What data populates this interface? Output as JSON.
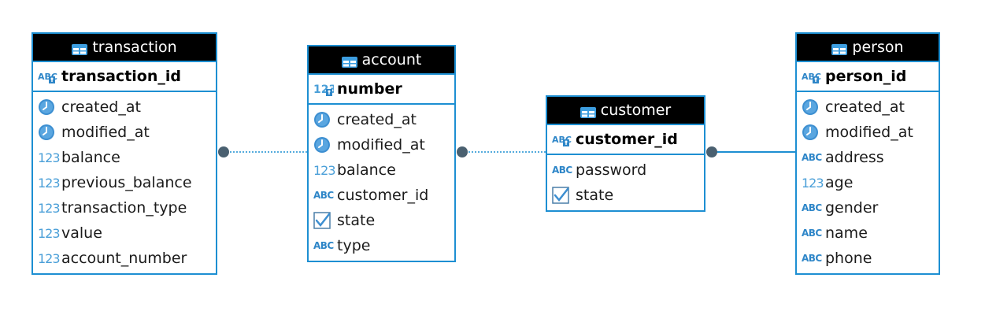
{
  "colors": {
    "accent": "#1d8fd2",
    "header_bg": "#000000",
    "header_text": "#ffffff",
    "link": "#1d8fd2",
    "endpoint": "#4a6070"
  },
  "entities": {
    "transaction": {
      "name": "transaction",
      "pk": {
        "label": "transaction_id",
        "icon": "abc-key-icon"
      },
      "attributes": [
        {
          "label": "created_at",
          "icon": "clock-icon"
        },
        {
          "label": "modified_at",
          "icon": "clock-icon"
        },
        {
          "label": "balance",
          "icon": "number-icon"
        },
        {
          "label": "previous_balance",
          "icon": "number-icon"
        },
        {
          "label": "transaction_type",
          "icon": "number-icon"
        },
        {
          "label": "value",
          "icon": "number-icon"
        },
        {
          "label": "account_number",
          "icon": "number-icon"
        }
      ]
    },
    "account": {
      "name": "account",
      "pk": {
        "label": "number",
        "icon": "number-key-icon"
      },
      "attributes": [
        {
          "label": "created_at",
          "icon": "clock-icon"
        },
        {
          "label": "modified_at",
          "icon": "clock-icon"
        },
        {
          "label": "balance",
          "icon": "number-icon"
        },
        {
          "label": "customer_id",
          "icon": "abc-icon"
        },
        {
          "label": "state",
          "icon": "checkbox-icon"
        },
        {
          "label": "type",
          "icon": "abc-icon"
        }
      ]
    },
    "customer": {
      "name": "customer",
      "pk": {
        "label": "customer_id",
        "icon": "abc-key-icon"
      },
      "attributes": [
        {
          "label": "password",
          "icon": "abc-icon"
        },
        {
          "label": "state",
          "icon": "checkbox-icon"
        }
      ]
    },
    "person": {
      "name": "person",
      "pk": {
        "label": "person_id",
        "icon": "abc-key-icon"
      },
      "attributes": [
        {
          "label": "created_at",
          "icon": "clock-icon"
        },
        {
          "label": "modified_at",
          "icon": "clock-icon"
        },
        {
          "label": "address",
          "icon": "abc-icon"
        },
        {
          "label": "age",
          "icon": "number-icon"
        },
        {
          "label": "gender",
          "icon": "abc-icon"
        },
        {
          "label": "name",
          "icon": "abc-icon"
        },
        {
          "label": "phone",
          "icon": "abc-icon"
        }
      ]
    }
  },
  "relationships": [
    {
      "from": "transaction",
      "to": "account",
      "style": "dotted"
    },
    {
      "from": "account",
      "to": "customer",
      "style": "dotted"
    },
    {
      "from": "customer",
      "to": "person",
      "style": "solid"
    }
  ]
}
